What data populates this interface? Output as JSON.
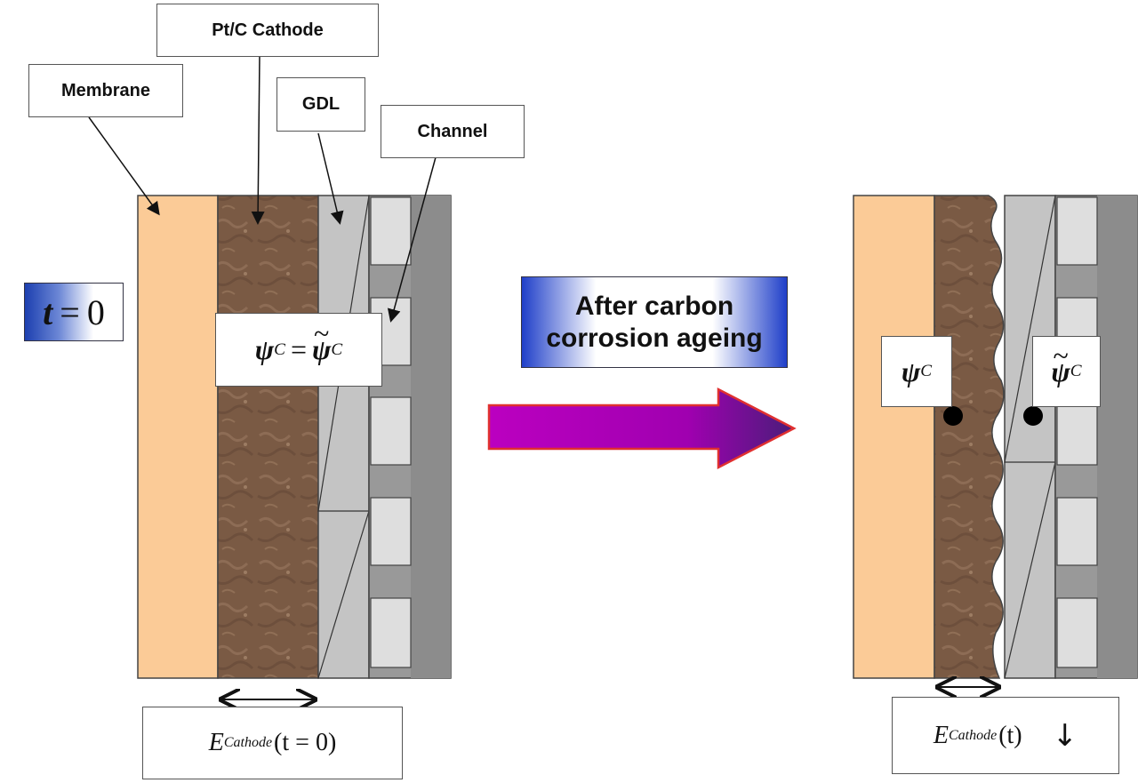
{
  "labels": {
    "membrane": "Membrane",
    "cathode": "Pt/C Cathode",
    "gdl": "GDL",
    "channel": "Channel"
  },
  "time_label": {
    "var": "t",
    "op": "=",
    "value": "0"
  },
  "arrow_caption_line1": "After carbon",
  "arrow_caption_line2": "corrosion ageing",
  "equation_initial": {
    "lhs_symbol": "ψ",
    "lhs_sub": "C",
    "op": "=",
    "rhs_symbol": "ψ",
    "rhs_tilde": "~",
    "rhs_sub": "C"
  },
  "aged_labels": {
    "psi_symbol": "ψ",
    "psi_sub": "C",
    "psi_tilde_symbol": "ψ",
    "psi_tilde_mark": "~",
    "psi_tilde_sub": "C"
  },
  "thickness_initial": {
    "symbol": "E",
    "sub": "Cathode",
    "arg": "(t = 0)"
  },
  "thickness_aged": {
    "symbol": "E",
    "sub": "Cathode",
    "arg": "(t)",
    "trend": "↓"
  },
  "colors": {
    "membrane": "#fbcb97",
    "cathode": "#7a5a44",
    "gdl": "#c4c4c4",
    "channel_block": "#dedede",
    "plate": "#999999",
    "arrow_fill": "#b300b8",
    "arrow_border": "#e03030",
    "highlight_blue": "#1f3fc9"
  }
}
